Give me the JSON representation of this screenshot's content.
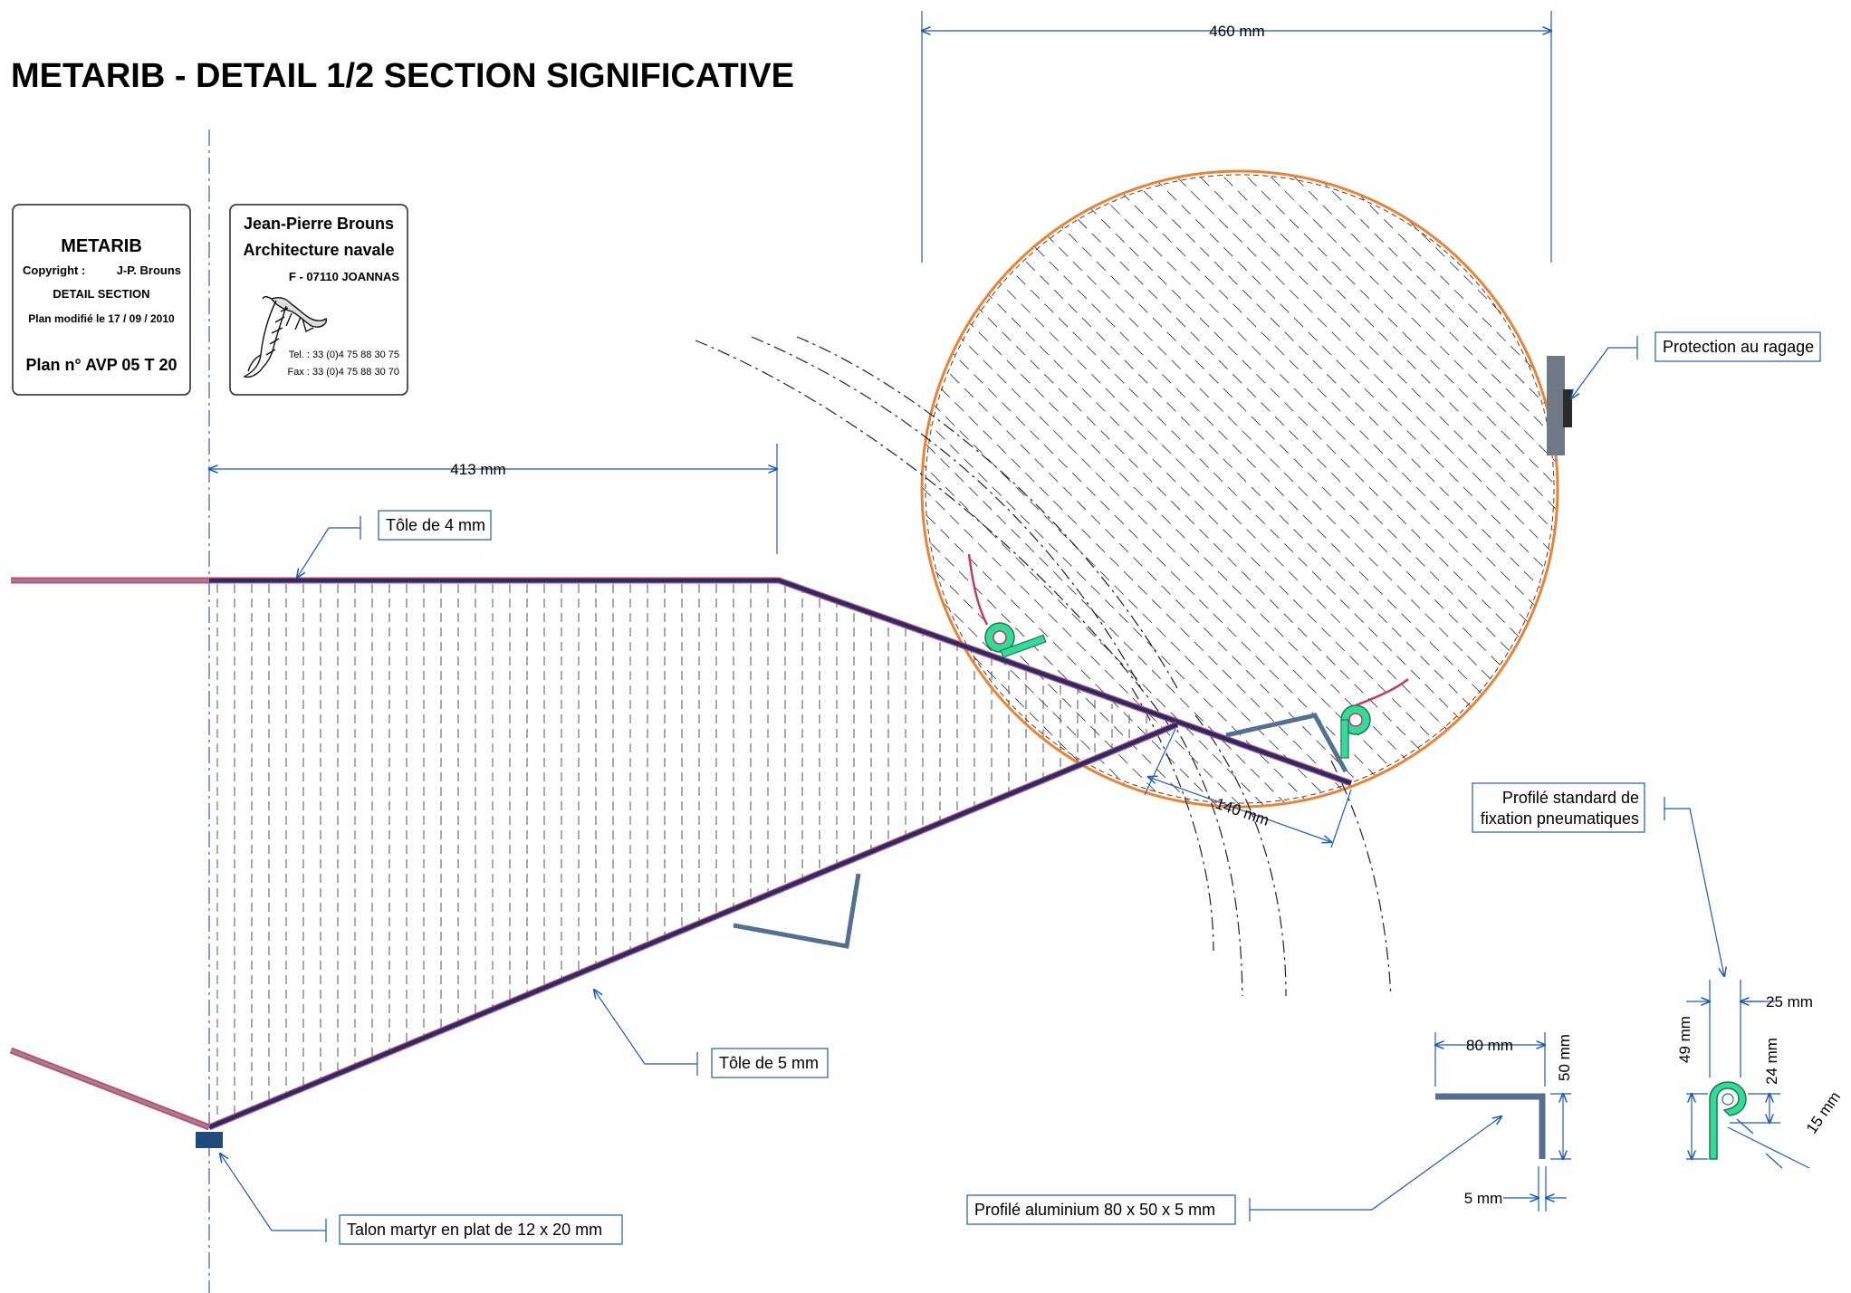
{
  "title": "METARIB - DETAIL 1/2 SECTION SIGNIFICATIVE",
  "title_block": {
    "name": "METARIB",
    "copyright_label": "Copyright  :",
    "copyright_value": "J-P. Brouns",
    "subject": "DETAIL SECTION",
    "modified": "Plan modifié le 17 / 09 / 2010",
    "plan_number": "Plan n° AVP 05 T 20"
  },
  "author_block": {
    "name": "Jean-Pierre Brouns",
    "profession": "Architecture navale",
    "address": "F - 07110 JOANNAS",
    "tel": "Tel. : 33 (0)4 75 88 30 75",
    "fax": "Fax : 33 (0)4 75 88 30 70",
    "logo": "dolphin-logo"
  },
  "dimensions": {
    "tube_diameter": "460 mm",
    "deck_width": "413 mm",
    "chine_width": "140 mm",
    "angle_width": "80 mm",
    "angle_height": "50 mm",
    "angle_thickness": "5 mm",
    "profile_width": "25 mm",
    "profile_height": "49 mm",
    "profile_inner": "24 mm",
    "profile_diag": "15 mm"
  },
  "labels": {
    "deck_plate": "Tôle de 4 mm",
    "hull_plate": "Tôle de 5 mm",
    "keel_bar": "Talon martyr en plat de 12 x 20 mm",
    "rub_strake": "Protection au ragage",
    "pneumatic_profile_line1": "Profilé standard de",
    "pneumatic_profile_line2": "fixation pneumatiques",
    "alu_profile": "Profilé aluminium 80 x 50 x 5 mm"
  },
  "colors": {
    "plate": "#1f2f6b",
    "plate_edge": "#d4456a",
    "leader": "#1f5ab4",
    "tube_outline": "#e8833a",
    "angle": "#55708f",
    "profile": "#36d996",
    "hatch": "#555555"
  }
}
